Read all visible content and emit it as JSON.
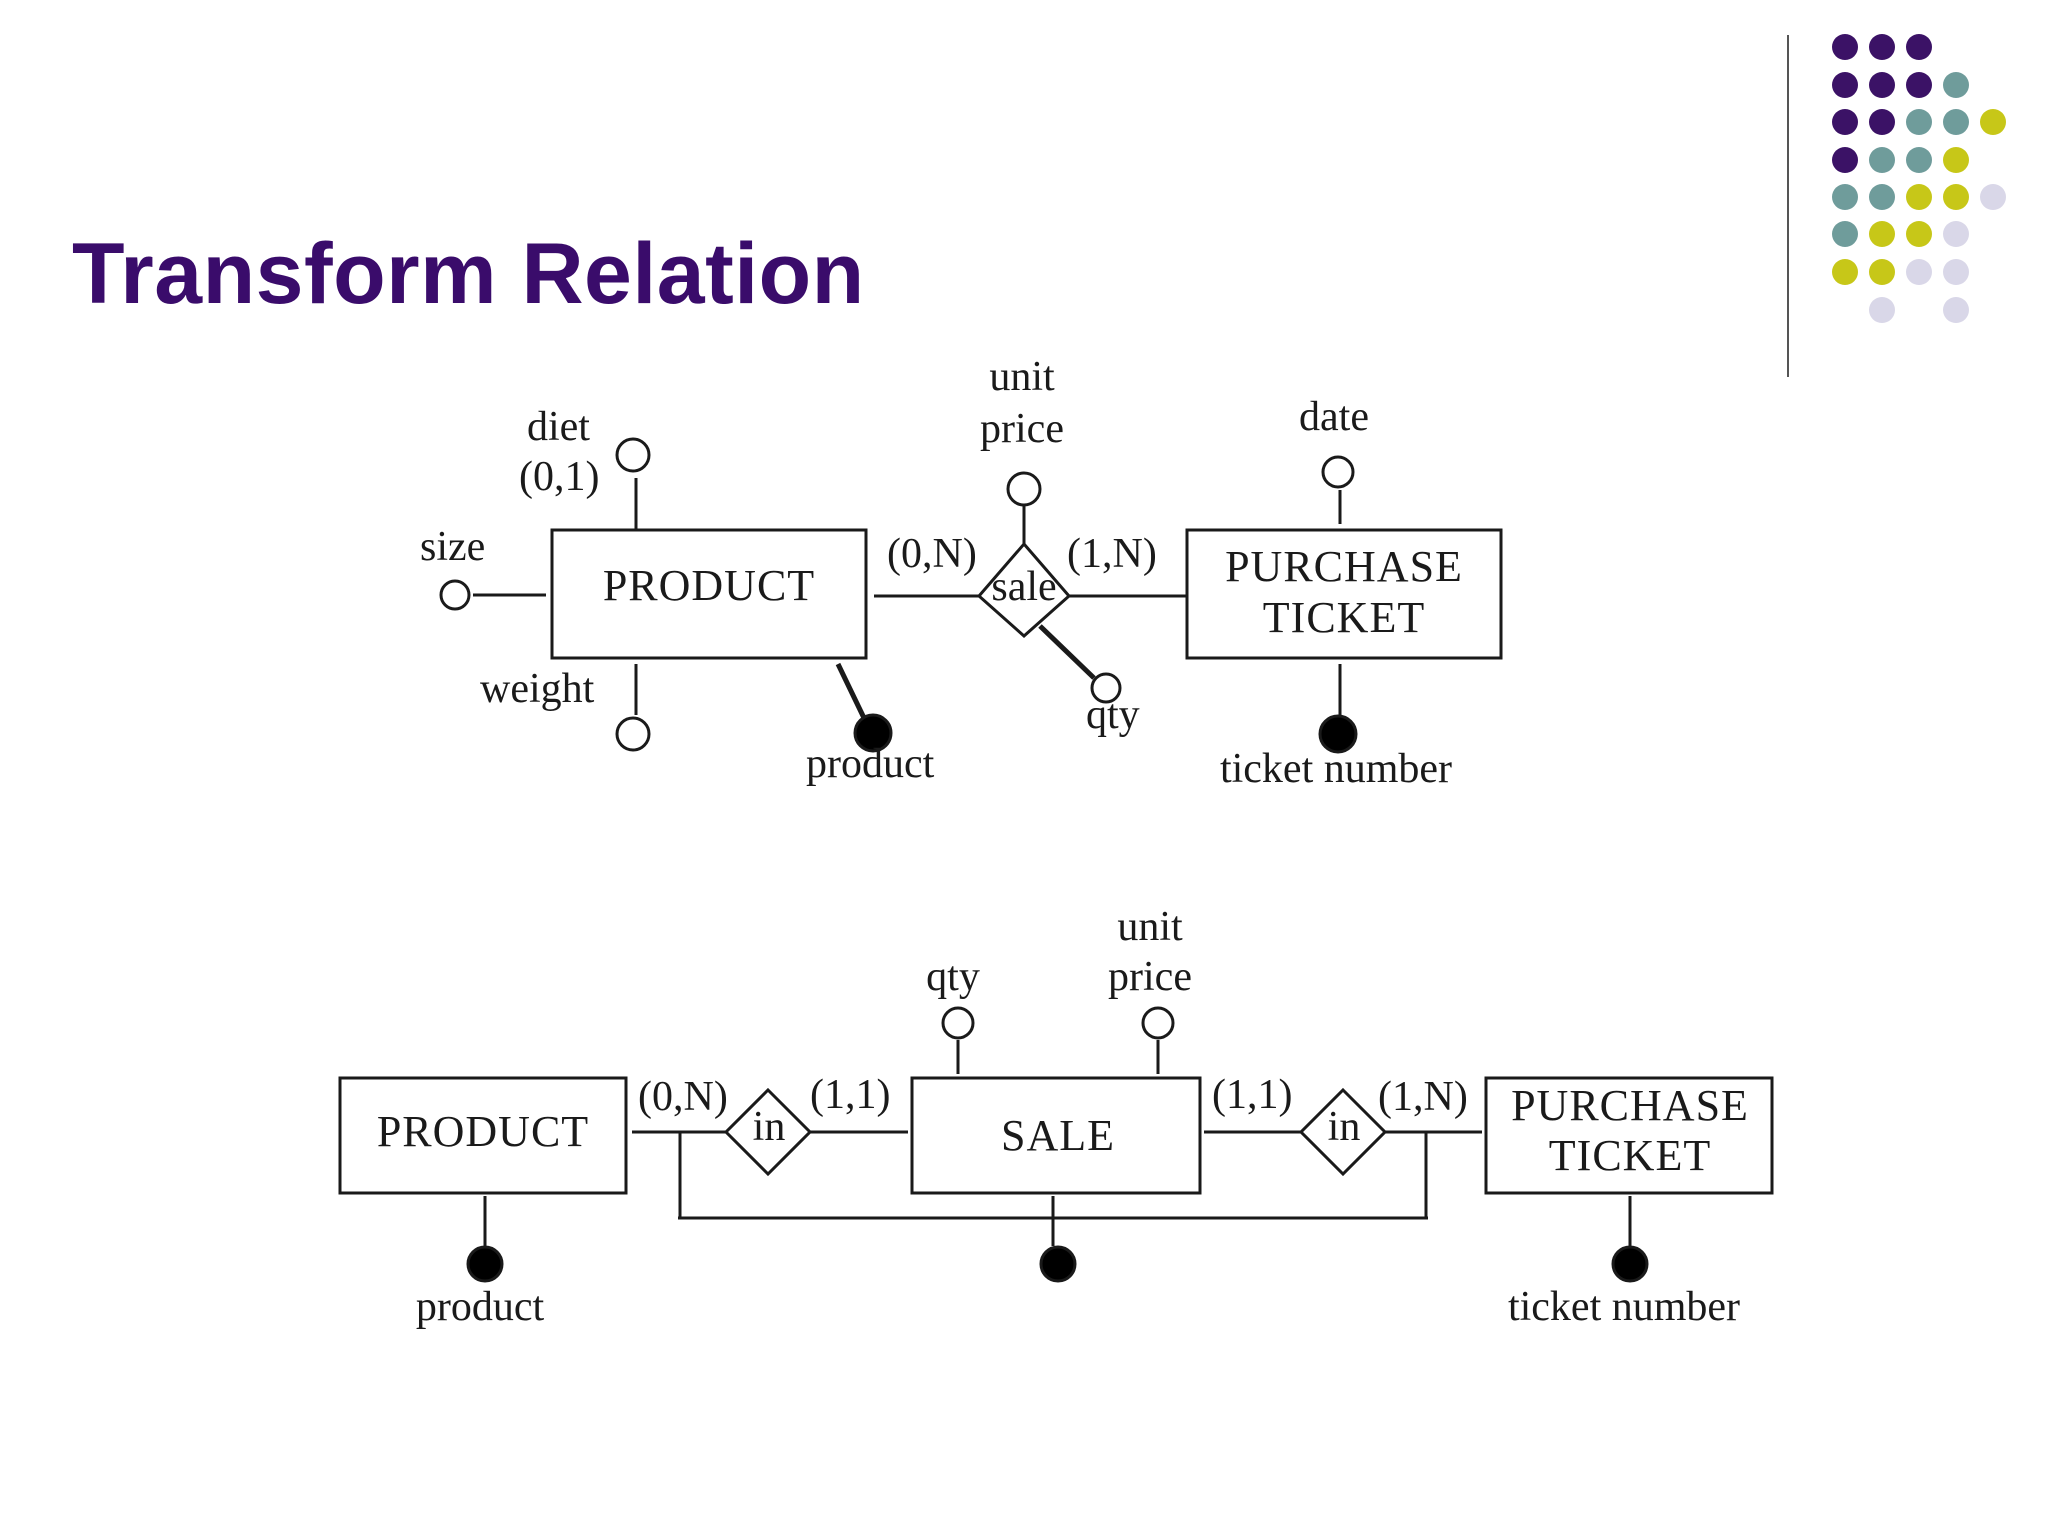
{
  "title": "Transform Relation",
  "palette": {
    "title": "#3a0c6b",
    "purple": "#3b1266",
    "teal": "#6f9c9b",
    "olive": "#c7c718",
    "lavender": "#d9d7e8"
  },
  "top_diagram": {
    "product_entity": "PRODUCT",
    "purchase_ticket_line1": "PURCHASE",
    "purchase_ticket_line2": "TICKET",
    "relationship": "sale",
    "card_left": "(0,N)",
    "card_right": "(1,N)",
    "attr_diet": "diet",
    "attr_diet_card": "(0,1)",
    "attr_size": "size",
    "attr_weight": "weight",
    "attr_product": "product",
    "attr_unit": "unit",
    "attr_price": "price",
    "attr_qty": "qty",
    "attr_date": "date",
    "attr_ticket_number": "ticket number"
  },
  "bottom_diagram": {
    "product_entity": "PRODUCT",
    "sale_entity": "SALE",
    "purchase_ticket_line1": "PURCHASE",
    "purchase_ticket_line2": "TICKET",
    "rel_left": "in",
    "rel_right": "in",
    "card_product_in": "(0,N)",
    "card_in_sale_left": "(1,1)",
    "card_sale_in_right": "(1,1)",
    "card_in_ticket": "(1,N)",
    "attr_qty": "qty",
    "attr_unit": "unit",
    "attr_price": "price",
    "attr_product": "product",
    "attr_ticket_number": "ticket number"
  }
}
